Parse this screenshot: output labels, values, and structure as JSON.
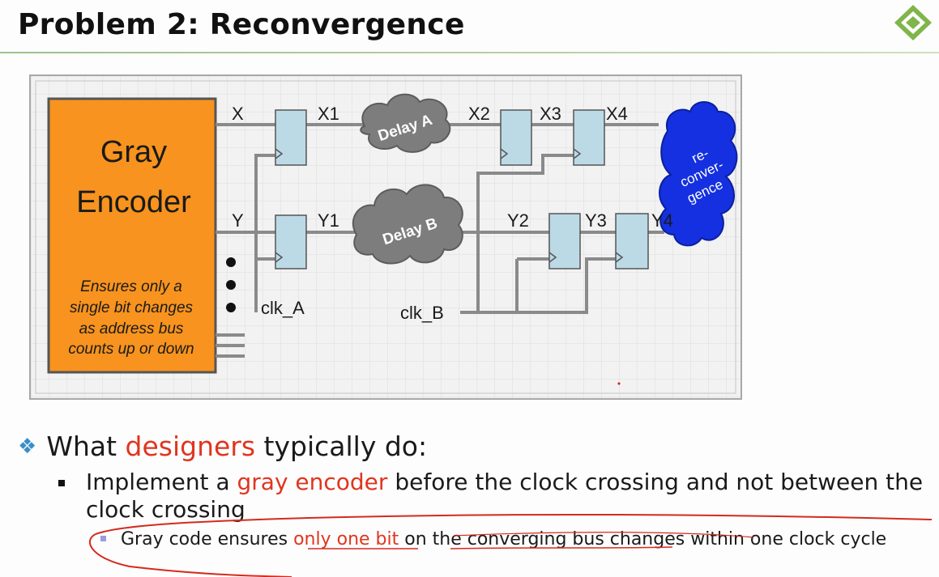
{
  "slide": {
    "title": "Problem 2: Reconvergence"
  },
  "diagram": {
    "encoder_title_line1": "Gray",
    "encoder_title_line2": "Encoder",
    "encoder_note_line1": "Ensures only a",
    "encoder_note_line2": "single bit changes",
    "encoder_note_line3": "as address bus",
    "encoder_note_line4": "counts up or down",
    "signal_x": "X",
    "signal_x1": "X1",
    "signal_x2": "X2",
    "signal_x3": "X3",
    "signal_x4": "X4",
    "signal_y": "Y",
    "signal_y1": "Y1",
    "signal_y2": "Y2",
    "signal_y3": "Y3",
    "signal_y4": "Y4",
    "delay_a": "Delay A",
    "delay_b": "Delay B",
    "clk_a": "clk_A",
    "clk_b": "clk_B",
    "reconv_line1": "re-",
    "reconv_line2": "conver-",
    "reconv_line3": "gence",
    "colors": {
      "encoder": "#f7931e",
      "flop": "#bcd9e6",
      "cloud": "#7f7f7f",
      "reconvergence": "#1430e0"
    }
  },
  "bullets": {
    "level1_prefix": "What ",
    "level1_highlight": "designers",
    "level1_suffix": " typically do:",
    "level2_prefix": "Implement a ",
    "level2_highlight": "gray encoder",
    "level2_suffix": " before the clock crossing and not between the clock crossing",
    "level3_prefix": "Gray code ensures ",
    "level3_highlight": "only one bit",
    "level3_suffix": " on the converging bus changes within one clock cycle"
  }
}
